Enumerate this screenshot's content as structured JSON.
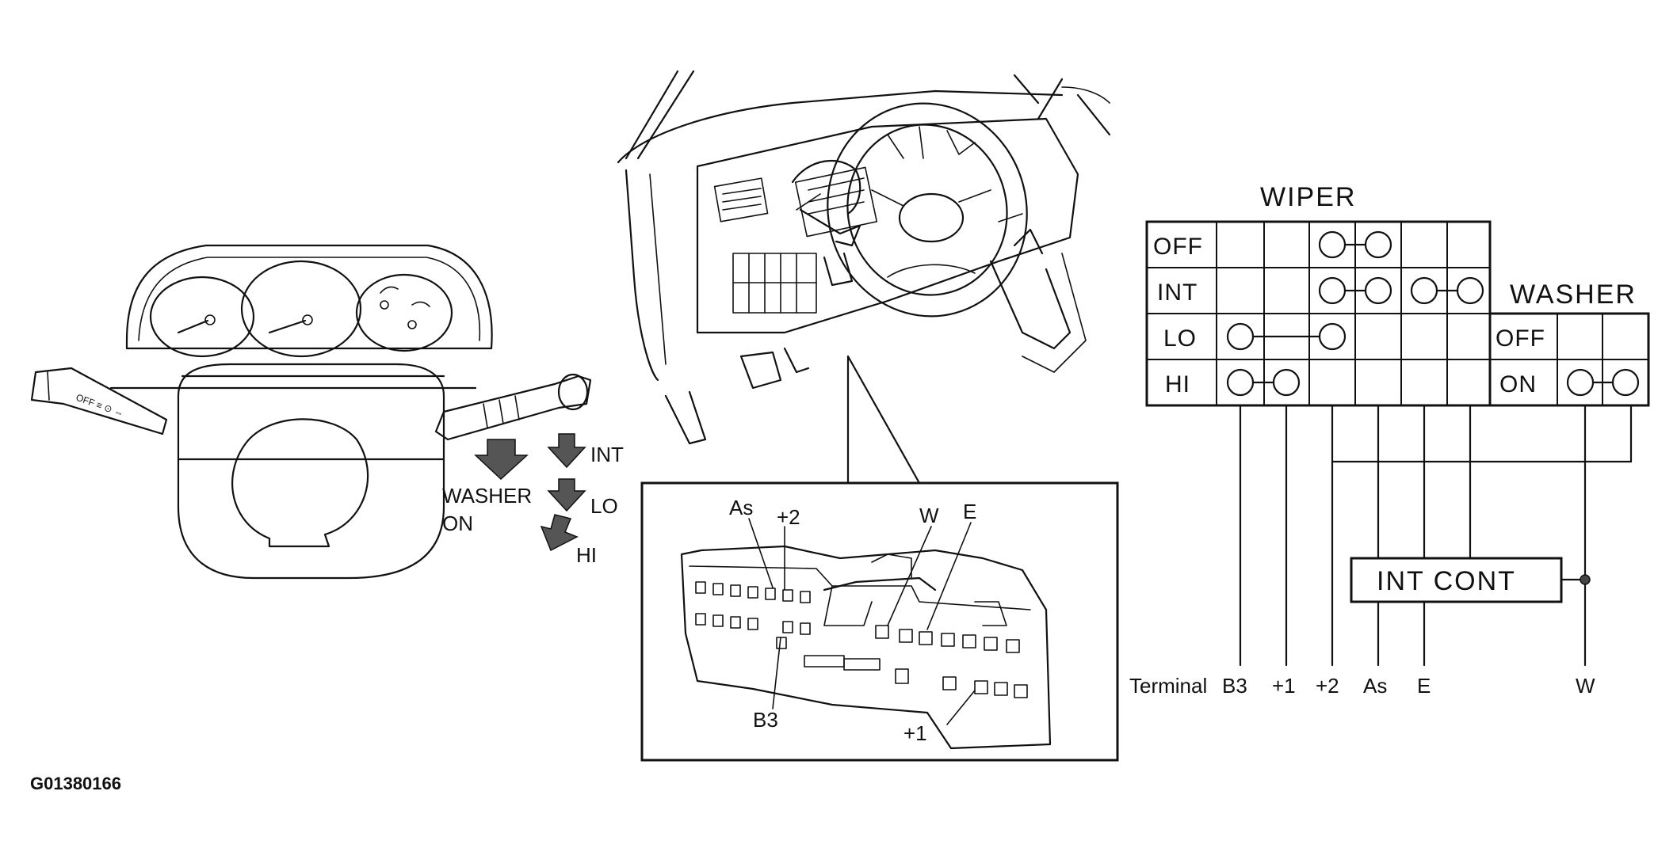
{
  "lever_labels": {
    "int": "INT",
    "lo": "LO",
    "hi": "HI",
    "washer": "WASHER",
    "on": "ON"
  },
  "connector_labels": {
    "as": "As",
    "p2": "+2",
    "w": "W",
    "e": "E",
    "b3": "B3",
    "p1": "+1"
  },
  "wiper_table": {
    "title": "WIPER",
    "rows": [
      "OFF",
      "INT",
      "LO",
      "HI"
    ]
  },
  "washer_table": {
    "title": "WASHER",
    "rows": [
      "OFF",
      "ON"
    ]
  },
  "int_cont": "INT CONT",
  "terminal_row": {
    "label": "Terminal",
    "b3": "B3",
    "p1": "+1",
    "p2": "+2",
    "as": "As",
    "e": "E",
    "w": "W"
  },
  "figure_code": "G01380166"
}
